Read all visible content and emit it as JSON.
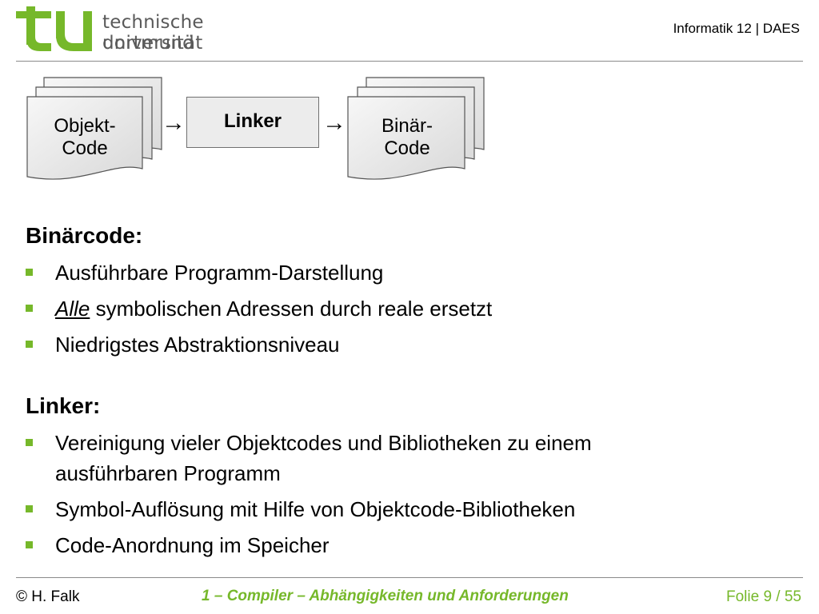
{
  "header": {
    "university_line1": "technische universität",
    "university_line2": "dortmund",
    "course": "Informatik 12 | DAES"
  },
  "diagram": {
    "input_label_line1": "Objekt-",
    "input_label_line2": "Code",
    "process_label": "Linker",
    "output_label_line1": "Binär-",
    "output_label_line2": "Code",
    "arrow": "→"
  },
  "sections": [
    {
      "title": "Binärcode:",
      "bullets": [
        {
          "text": "Ausführbare Programm-Darstellung"
        },
        {
          "emphasis": "Alle",
          "text": " symbolischen Adressen durch reale ersetzt"
        },
        {
          "text": "Niedrigstes Abstraktionsniveau"
        }
      ]
    },
    {
      "title": "Linker:",
      "bullets": [
        {
          "line1": "Vereinigung vieler Objektcodes und Bibliotheken zu einem",
          "line2": "ausführbaren Programm"
        },
        {
          "text": "Symbol-Auflösung mit Hilfe von Objektcode-Bibliotheken"
        },
        {
          "text": "Code-Anordnung im Speicher"
        }
      ]
    }
  ],
  "footer": {
    "author": "© H. Falk",
    "chapter": "1 – Compiler – Abhängigkeiten und Anforderungen",
    "slide_number": "Folie 9 / 55"
  },
  "colors": {
    "accent_green": "#76b82a",
    "text": "#000000",
    "rule": "#8a8a8a"
  }
}
